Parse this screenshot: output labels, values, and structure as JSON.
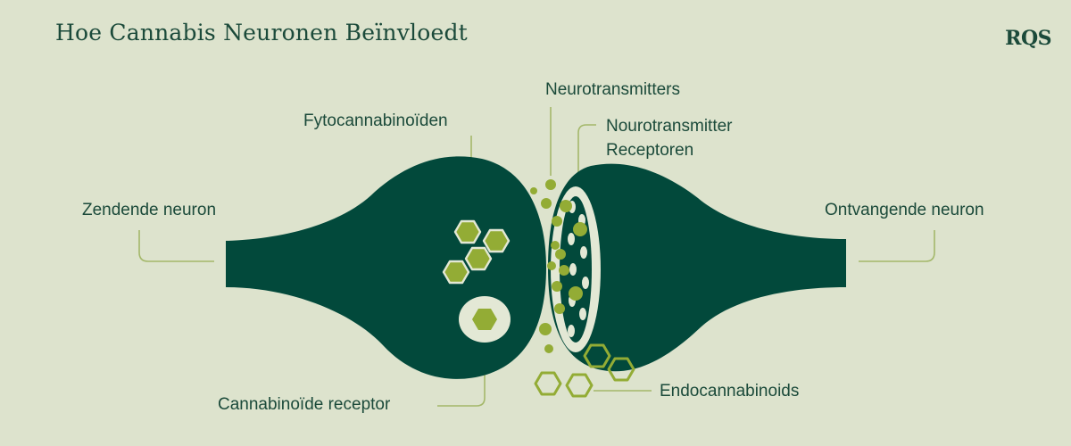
{
  "title": "Hoe Cannabis Neuronen Beïnvloedt",
  "logo": "RQS",
  "labels": {
    "zendende_neuron": "Zendende neuron",
    "ontvangende_neuron": "Ontvangende neuron",
    "fytocannabinoiden": "Fytocannabinoïden",
    "neurotransmitters": "Neurotransmitters",
    "receptoren_line1": "Nourotransmitter",
    "receptoren_line2": "Receptoren",
    "cannabinoide_receptor": "Cannabinoïde receptor",
    "endocannabinoids": "Endocannabinoids"
  },
  "colors": {
    "background": "#dde3cd",
    "neuron": "#02493b",
    "accent": "#93ac35",
    "cream": "#e3e8d5",
    "leader_line": "#a4b86a",
    "text": "#1b4a3a"
  }
}
